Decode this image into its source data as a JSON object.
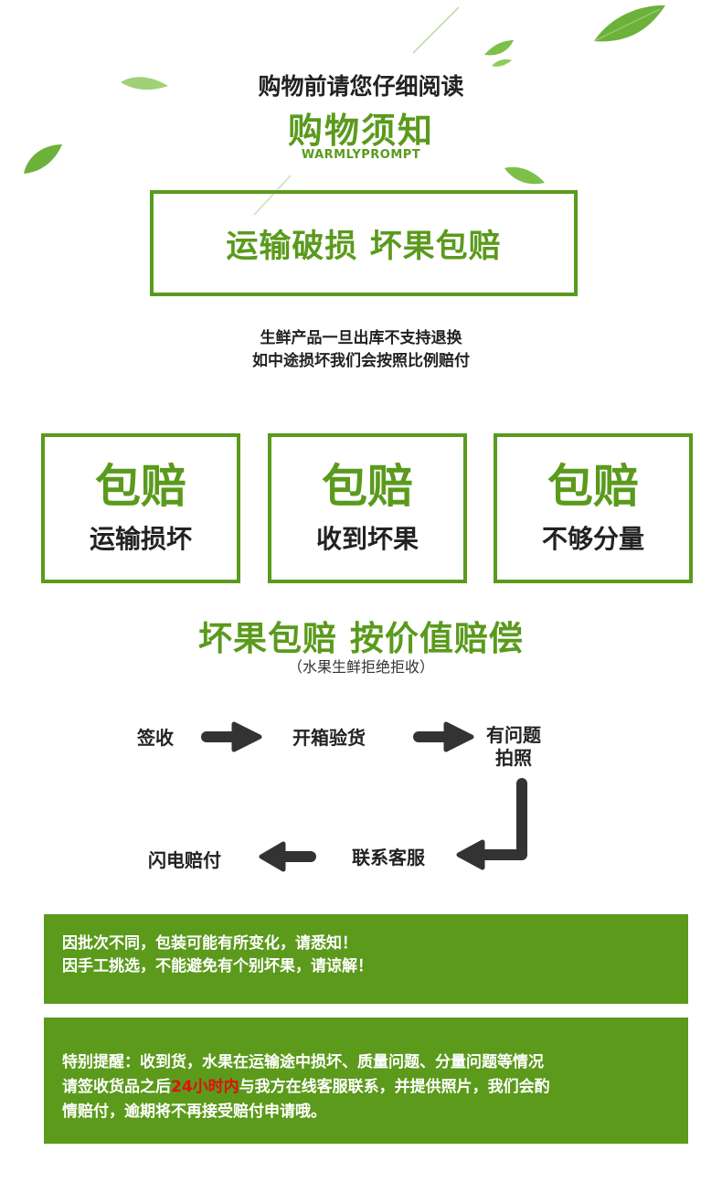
{
  "header": {
    "subtitle": "购物前请您仔细阅读",
    "title": "购物须知",
    "title_en": "WARMLYPROMPT"
  },
  "headline": "运输破损 坏果包赔",
  "policy": {
    "line1": "生鲜产品一旦出库不支持退换",
    "line2": "如中途损坏我们会按照比例赔付"
  },
  "cards": [
    {
      "big": "包赔",
      "small": "运输损坏"
    },
    {
      "big": "包赔",
      "small": "收到坏果"
    },
    {
      "big": "包赔",
      "small": "不够分量"
    }
  ],
  "compensation": {
    "title": "坏果包赔 按价值赔偿",
    "note": "（水果生鲜拒绝拒收）"
  },
  "process": {
    "step1": "签收",
    "step2": "开箱验货",
    "step3_line1": "有问题",
    "step3_line2": "拍照",
    "step4": "联系客服",
    "step5": "闪电赔付"
  },
  "notice1": {
    "line1": "因批次不同，包装可能有所变化，请悉知！",
    "line2": "因手工挑选，不能避免有个别坏果，请谅解！"
  },
  "notice2": {
    "line1": "特别提醒：收到货，水果在运输途中损坏、质量问题、分量问题等情况",
    "line2_before": "请签收货品之后",
    "line2_highlight": "24小时内",
    "line2_after": "与我方在线客服联系，并提供照片，我们会酌",
    "line3": "情赔付，逾期将不再接受赔付申请哦。"
  },
  "colors": {
    "accent_green": "#5a9a1c",
    "banner_green": "#5b9a1b",
    "highlight_red": "#e01010",
    "arrow_dark": "#333333"
  }
}
